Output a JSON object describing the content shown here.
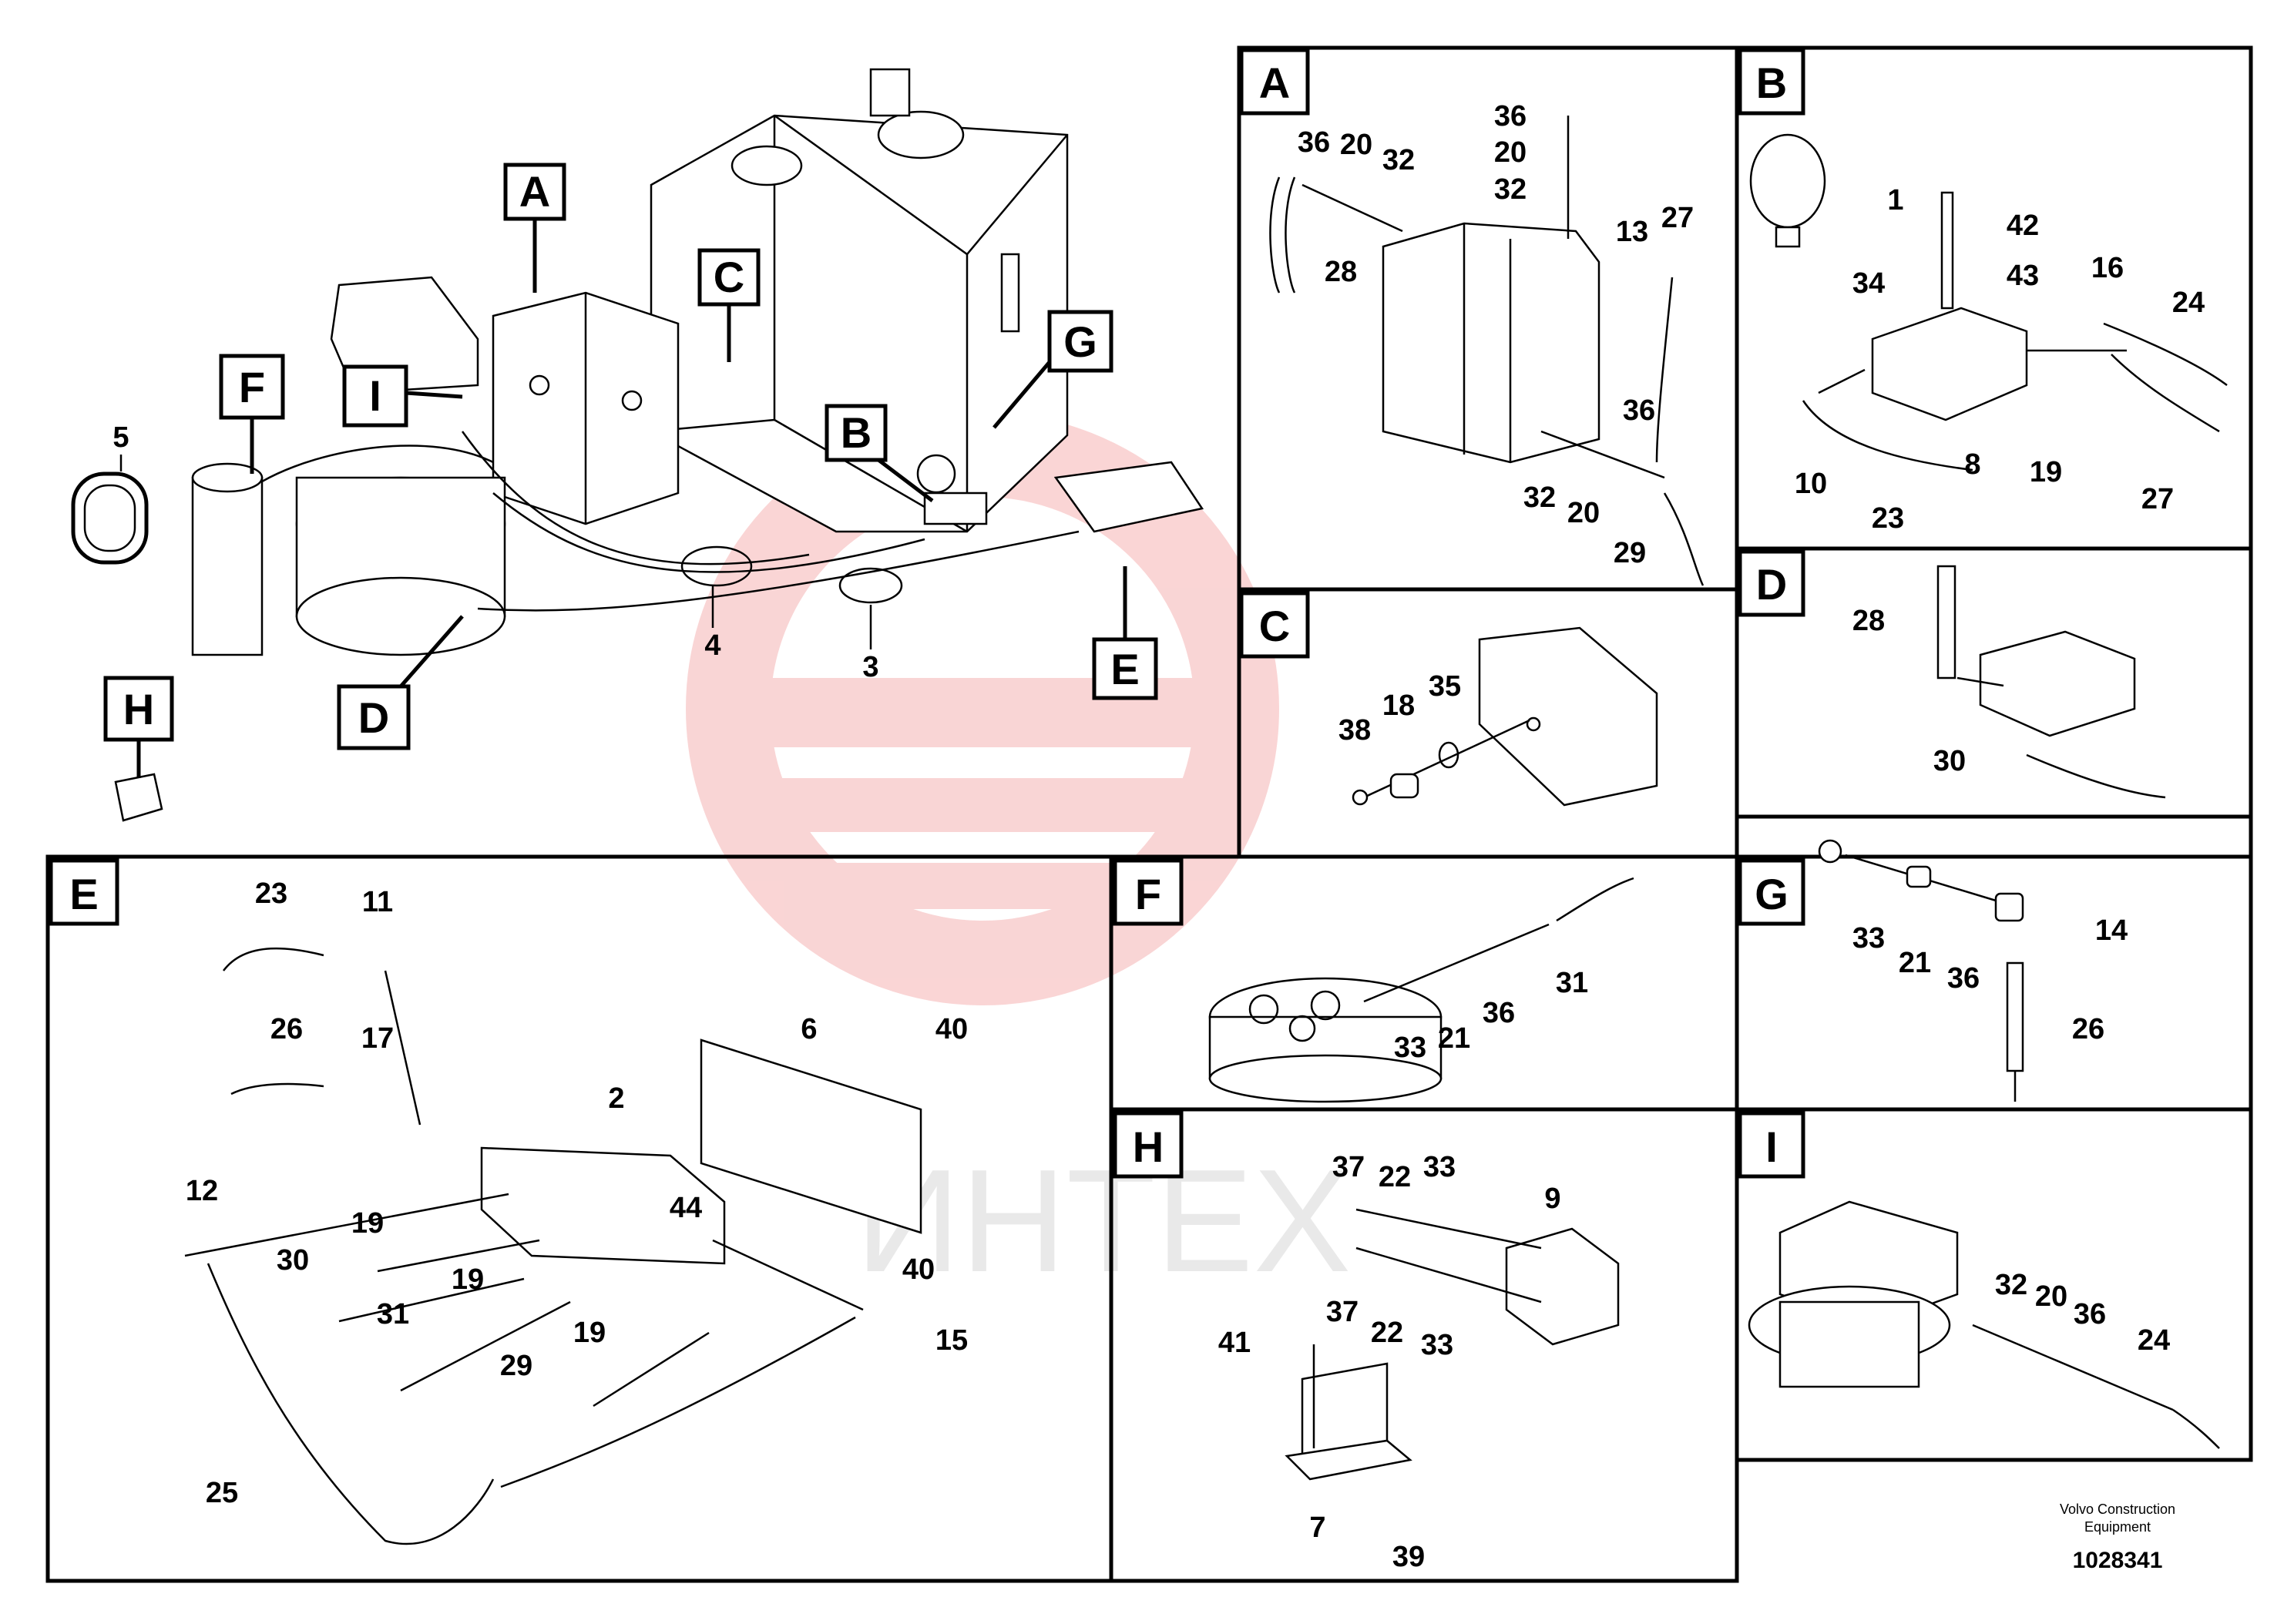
{
  "overview": {
    "callouts": [
      "A",
      "B",
      "C",
      "D",
      "E",
      "F",
      "G",
      "H",
      "I"
    ],
    "numbers": [
      "5",
      "4",
      "3"
    ]
  },
  "details": {
    "A": {
      "title": "A",
      "numbers": [
        "36",
        "20",
        "32",
        "36",
        "20",
        "32",
        "13",
        "27",
        "28",
        "36",
        "32",
        "20",
        "29"
      ]
    },
    "B": {
      "title": "B",
      "numbers": [
        "1",
        "42",
        "43",
        "34",
        "16",
        "24",
        "10",
        "23",
        "8",
        "19",
        "27"
      ]
    },
    "C": {
      "title": "C",
      "numbers": [
        "38",
        "18",
        "35"
      ]
    },
    "D": {
      "title": "D",
      "numbers": [
        "28",
        "30"
      ]
    },
    "E": {
      "title": "E",
      "numbers": [
        "23",
        "11",
        "26",
        "17",
        "6",
        "40",
        "2",
        "44",
        "12",
        "19",
        "30",
        "40",
        "31",
        "19",
        "15",
        "29",
        "19",
        "25"
      ]
    },
    "F": {
      "title": "F",
      "numbers": [
        "33",
        "21",
        "36",
        "31"
      ]
    },
    "G": {
      "title": "G",
      "numbers": [
        "33",
        "21",
        "36",
        "14",
        "26"
      ]
    },
    "H": {
      "title": "H",
      "numbers": [
        "37",
        "22",
        "33",
        "9",
        "37",
        "22",
        "33",
        "41",
        "7",
        "39"
      ]
    },
    "I": {
      "title": "I",
      "numbers": [
        "32",
        "20",
        "36",
        "24"
      ]
    }
  },
  "footer": {
    "brand_line1": "Volvo Construction",
    "brand_line2": "Equipment",
    "drawing_id": "1028341"
  },
  "watermark": "ИНТЕХ",
  "colors": {
    "watermark": "#f5b3b3",
    "ink": "#000000"
  }
}
